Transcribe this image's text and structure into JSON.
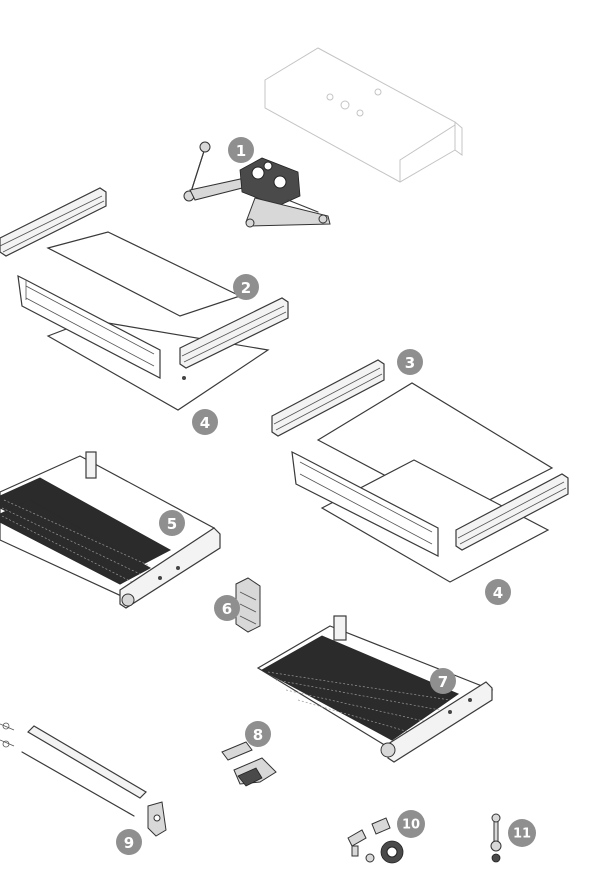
{
  "callouts": {
    "c1": "1",
    "c2": "2",
    "c3": "3",
    "c4a": "4",
    "c4b": "4",
    "c5": "5",
    "c6": "6",
    "c7": "7",
    "c8": "8",
    "c9": "9",
    "c10": "10",
    "c11": "11"
  },
  "colors": {
    "callout_fill": "#8f8f8f",
    "line": "#3a3a3a",
    "tread": "#2b2b2b"
  }
}
